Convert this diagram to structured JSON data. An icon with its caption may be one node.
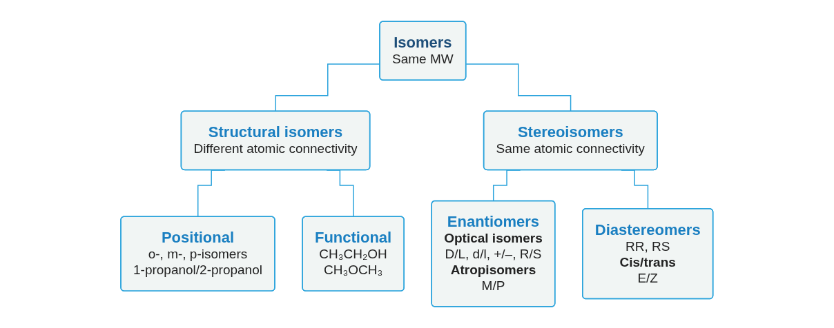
{
  "diagram": {
    "nodes": [
      {
        "text": [
          "Isomers",
          "Same MW"
        ]
      },
      {
        "text": [
          "Structural isomers",
          "Different atomic connectivity"
        ]
      },
      {
        "text": [
          "Stereoisomers",
          "Same atomic connectivity"
        ]
      },
      {
        "text": [
          "Positional",
          "o-, m-, p-isomers",
          "1-propanol/2-propanol"
        ]
      },
      {
        "text": [
          "Functional",
          "CH₃CH₂OH",
          "CH₃OCH₃"
        ]
      },
      {
        "text": [
          "Enantiomers",
          "Optical isomers",
          "D/L, d/l, +/–, R/S",
          "Atropisomers",
          "M/P"
        ]
      },
      {
        "text": [
          "Diastereomers",
          "RR, RS",
          "Cis/trans",
          "E/Z"
        ]
      }
    ],
    "edges": [
      {
        "from": 0,
        "to": 1,
        "arrow": "none"
      },
      {
        "from": 0,
        "to": 2,
        "arrow": "none"
      },
      {
        "from": 1,
        "to": 3,
        "arrow": "none"
      },
      {
        "from": 1,
        "to": 4,
        "arrow": "none"
      },
      {
        "from": 2,
        "to": 5,
        "arrow": "none"
      },
      {
        "from": 2,
        "to": 6,
        "arrow": "none"
      }
    ]
  }
}
